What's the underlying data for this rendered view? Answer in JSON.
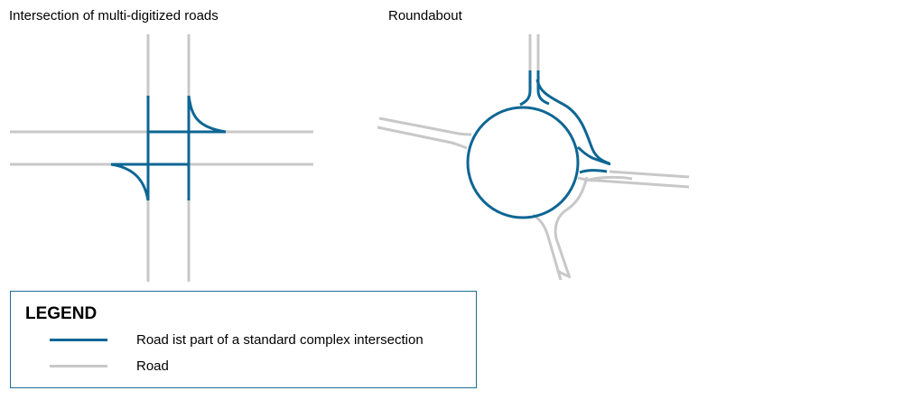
{
  "colors": {
    "complex_road": "#0d6694",
    "road": "#c8c8c8",
    "legend_border": "#1e6e96"
  },
  "panels": {
    "left_title": "Intersection of multi-digitized roads",
    "right_title": "Roundabout"
  },
  "legend": {
    "title": "LEGEND",
    "items": [
      {
        "label": "Road ist part of a standard complex intersection",
        "color": "#0d6694"
      },
      {
        "label": "Road",
        "color": "#c8c8c8"
      }
    ]
  }
}
